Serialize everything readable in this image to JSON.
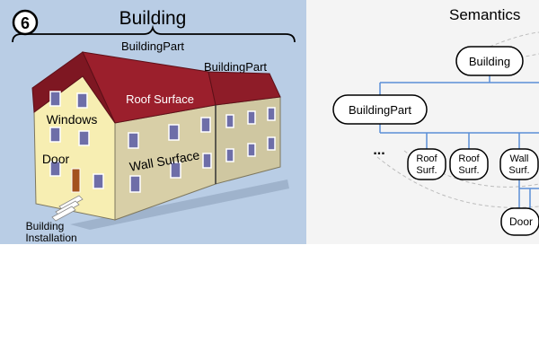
{
  "left": {
    "badge_number": "6",
    "title": "Building",
    "building_part_top": "BuildingPart",
    "building_part_right": "BuildingPart",
    "roof_surface": "Roof Surface",
    "windows": "Windows",
    "wall_surface": "Wall Surface",
    "door": "Door",
    "building_installation_line1": "Building",
    "building_installation_line2": "Installation"
  },
  "right": {
    "title": "Semantics",
    "nodes": {
      "building": "Building",
      "building_part": "BuildingPart",
      "ellipsis": "...",
      "roof_surf_1": [
        "Roof",
        "Surf."
      ],
      "roof_surf_2": [
        "Roof",
        "Surf."
      ],
      "wall_surf": [
        "Wall",
        "Surf."
      ],
      "door": "Door"
    }
  },
  "colors": {
    "left_bg": "#b9cde5",
    "right_bg": "#f4f4f4",
    "roof": "#9b1f2c",
    "wall_front": "#f7eeb2",
    "wall_side": "#c8c09a",
    "window": "#6e6ea8",
    "tree_line": "#5b8fd6"
  }
}
